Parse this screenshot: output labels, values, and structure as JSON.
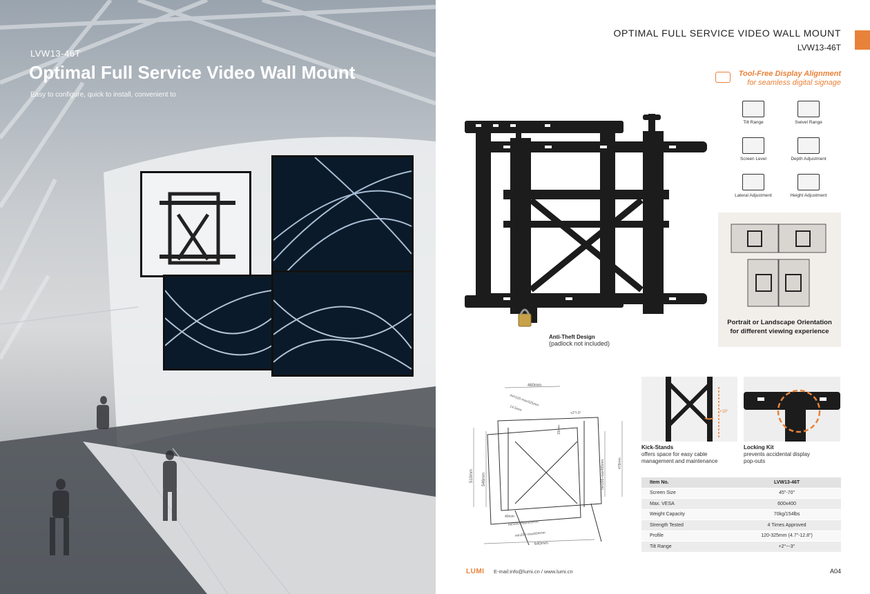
{
  "left": {
    "model": "LVW13-46T",
    "title": "Optimal Full Service Video Wall Mount",
    "subtitle": "Easy to configure, quick to install, convenient to"
  },
  "header": {
    "title": "OPTIMAL FULL SERVICE VIDEO WALL MOUNT",
    "model": "LVW13-46T"
  },
  "tool_free": {
    "line1": "Tool-Free Display Alignment",
    "line2": "for seamless digital signage"
  },
  "features": [
    {
      "label": "Tilt Range",
      "icon": "tilt-icon"
    },
    {
      "label": "Swivel Range",
      "icon": "swivel-icon"
    },
    {
      "label": "Screen Level",
      "icon": "screen-level-icon"
    },
    {
      "label": "Depth Adjustment",
      "icon": "depth-icon"
    },
    {
      "label": "Lateral Adjustment",
      "icon": "lateral-icon"
    },
    {
      "label": "Height Adjustment",
      "icon": "height-icon"
    }
  ],
  "anti_theft": {
    "title": "Anti-Theft Design",
    "note": "(padlock not included)"
  },
  "orientation": {
    "line1": "Portrait or Landscape Orientation",
    "line2": "for different viewing experience"
  },
  "dimensions": {
    "top": "460mm",
    "d1": "min120-max325mm",
    "d2": "14.5mm",
    "d3": "15mm",
    "left_outer": "510mm",
    "left_inner": "546mm",
    "right_v": "min395-max495mm",
    "right_outer": "478mm",
    "b1": "40mm",
    "b2": "min200-max400mm",
    "b3": "min200-max604mm",
    "b4": "640mm",
    "tilt": "+2°/-3°"
  },
  "kick_stands": {
    "title": "Kick-Stands",
    "line1": "offers space for easy cable",
    "line2": "management and maintenance",
    "angle": "+10°"
  },
  "locking_kit": {
    "title": "Locking Kit",
    "line1": "prevents accidental display",
    "line2": "pop-outs"
  },
  "spec_table": {
    "header": [
      "Item No.",
      "LVW13-46T"
    ],
    "rows": [
      [
        "Screen Size",
        "45\"-70\""
      ],
      [
        "Max. VESA",
        "600x400"
      ],
      [
        "Weight Capacity",
        "70kg/154lbs"
      ],
      [
        "Strength Tested",
        "4 Times Approved"
      ],
      [
        "Profile",
        "120-325mm (4.7\"-12.8\")"
      ],
      [
        "Tilt Range",
        "+2°~-3°"
      ]
    ]
  },
  "footer": {
    "logo": "LUMI",
    "contact": "E-mail:info@lumi.cn / www.lumi.cn",
    "page": "A04"
  },
  "colors": {
    "accent": "#e8823a",
    "text": "#222222"
  }
}
